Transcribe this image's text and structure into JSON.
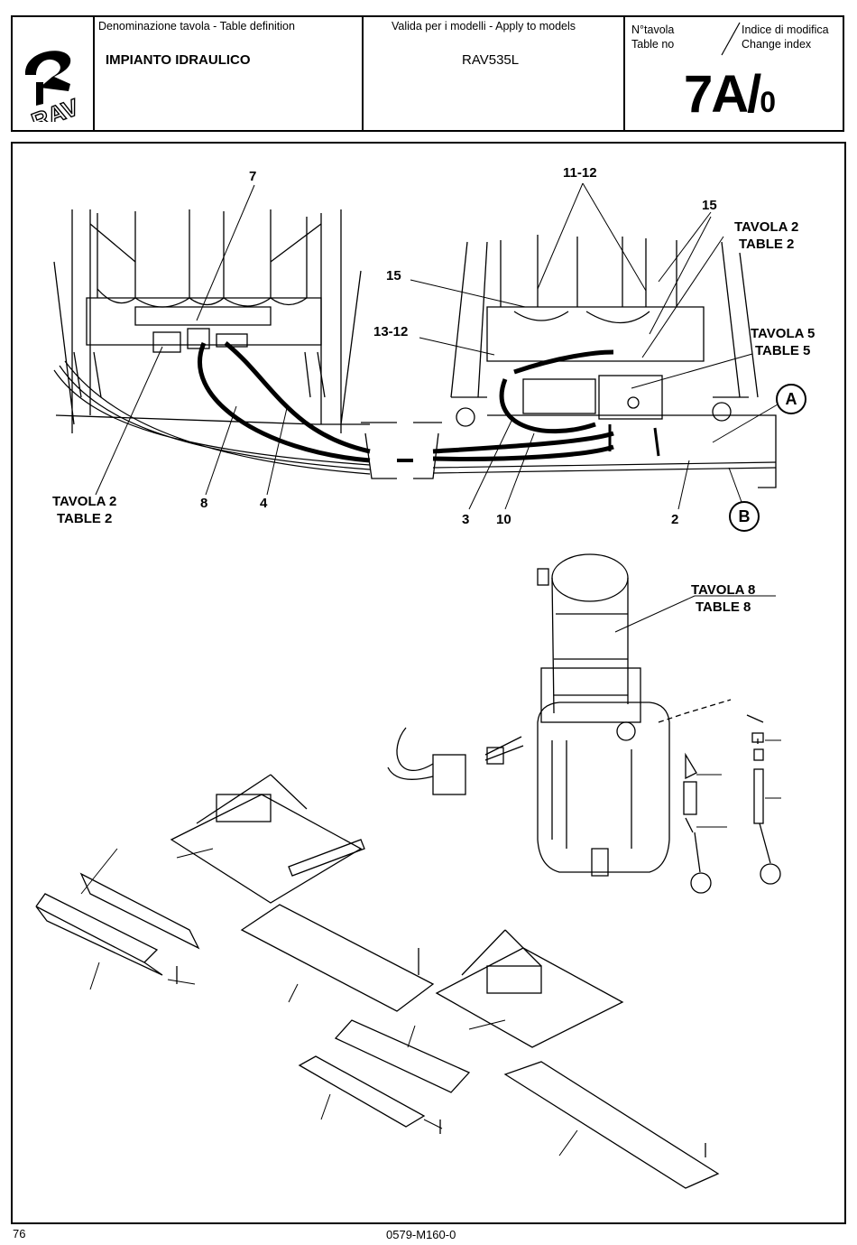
{
  "header": {
    "logo_text": "RAV",
    "definition_caption": "Denominazione tavola - Table definition",
    "title": "IMPIANTO IDRAULICO",
    "models_caption": "Valida per i modelli - Apply to models",
    "model": "RAV535L",
    "table_no_caption_it": "N°tavola",
    "table_no_caption_en": "Table no",
    "change_caption_it": "Indice di modifica",
    "change_caption_en": "Change index",
    "table_number": "7A/",
    "change_index": "0"
  },
  "callouts": {
    "c7": "7",
    "c11_12": "11-12",
    "c15_top": "15",
    "c15_left": "15",
    "c13_12": "13-12",
    "c8": "8",
    "c4": "4",
    "c3": "3",
    "c10": "10",
    "c2": "2",
    "circle_a": "A",
    "circle_b": "B",
    "tav2_left_it": "TAVOLA 2",
    "tav2_left_en": "TABLE 2",
    "tav2_right_it": "TAVOLA 2",
    "tav2_right_en": "TABLE 2",
    "tav5_it": "TAVOLA 5",
    "tav5_en": "TABLE 5",
    "tav8_it": "TAVOLA  8",
    "tav8_en": "TABLE 8"
  },
  "footer": {
    "page_number": "76",
    "doc_code": "0579-M160-0"
  }
}
